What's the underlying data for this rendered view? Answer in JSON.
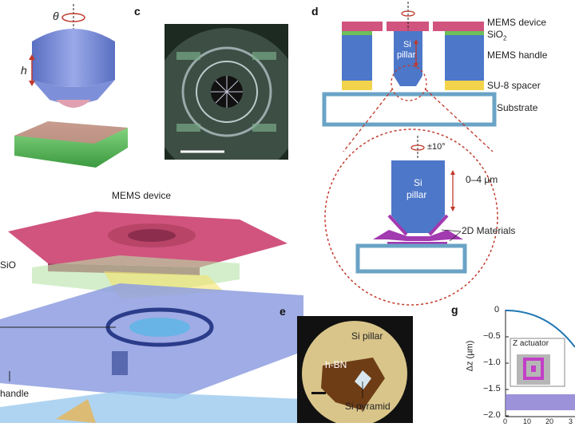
{
  "panels": {
    "a": {
      "theta_symbol": "θ",
      "h_symbol": "h"
    },
    "b": {
      "mems_device": "MEMS device",
      "sio2": "SiO",
      "handle": "handle"
    },
    "c": {
      "letter": "c"
    },
    "d": {
      "letter": "d",
      "mems_device": "MEMS device",
      "sio2_prefix": "SiO",
      "sio2_sub": "2",
      "mems_handle": "MEMS handle",
      "su8_spacer": "SU-8 spacer",
      "substrate": "Substrate",
      "si_pillar_line1": "Si",
      "si_pillar_line2": "pillar",
      "rotation": "±10°",
      "travel": "0–4 µm",
      "zoom_si_line1": "Si",
      "zoom_si_line2": "pillar",
      "two_d_materials": "2D Materials"
    },
    "e": {
      "letter": "e",
      "si_pillar": "Si pillar",
      "hbn": "h-BN",
      "si_pyramid": "Si pyramid"
    },
    "g": {
      "letter": "g",
      "ylabel": "Δz (µm)",
      "inset_title": "Z actuator",
      "y_ticks": [
        "0",
        "−0.5",
        "−1.0",
        "−1.5",
        "−2.0"
      ],
      "x_ticks": [
        "0",
        "10",
        "20",
        "3"
      ]
    }
  },
  "colors": {
    "mems_pink": "#d0547e",
    "sio2_green": "#6dbf5b",
    "handle_blue": "#4d77c8",
    "su8_yellow": "#f3d34b",
    "substrate_outline": "#6aa3c6",
    "material_purple": "#a23ab0",
    "dashed_red": "#c0392b",
    "curve_blue": "#1f77b4"
  }
}
